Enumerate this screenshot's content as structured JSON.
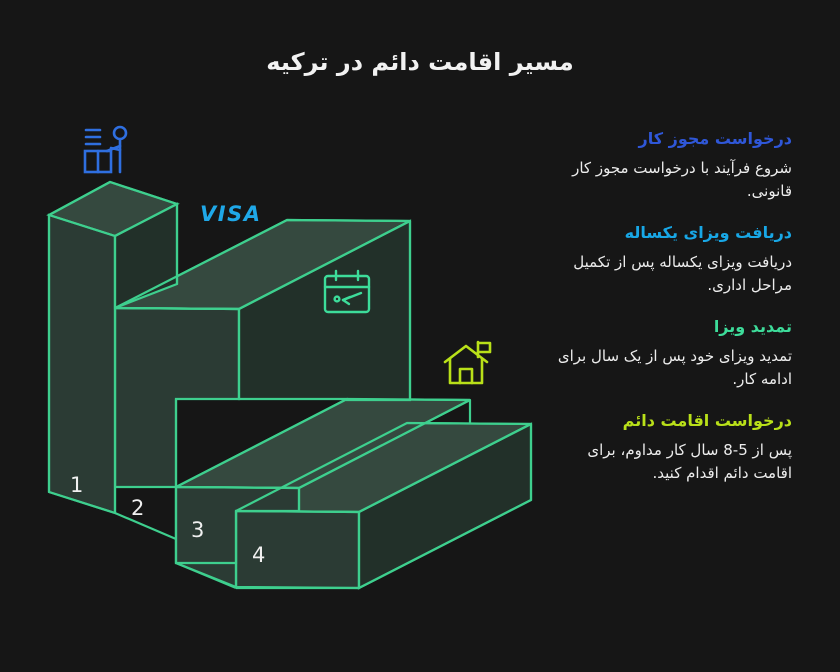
{
  "page": {
    "title": "مسیر اقامت دائم در ترکیه",
    "background_color": "#161616",
    "direction": "rtl"
  },
  "illustration": {
    "type": "isometric-staircase",
    "edge_color": "#3ecf8e",
    "face_top_color": "#35493f",
    "face_front_color": "#2b3b34",
    "face_side_color": "#223029",
    "visa_label": "VISA",
    "visa_label_color": "#1fa8e8",
    "step_numbers": [
      "1",
      "2",
      "3",
      "4"
    ],
    "icons": [
      {
        "name": "worker-desk-icon",
        "color": "#2f6fe0",
        "step": 1
      },
      {
        "name": "calendar-arrow-icon",
        "color": "#3ddc9a",
        "step": 2
      },
      {
        "name": "house-flag-icon",
        "color": "#b9e019",
        "step": 3
      }
    ]
  },
  "steps": [
    {
      "number": "1",
      "heading": "درخواست مجوز کار",
      "heading_color": "#2f57d8",
      "body": "شروع فرآیند با درخواست مجوز کار قانونی."
    },
    {
      "number": "2",
      "heading": "دریافت ویزای یکساله",
      "heading_color": "#18a7e6",
      "body": "دریافت ویزای یکساله پس از تکمیل مراحل اداری."
    },
    {
      "number": "3",
      "heading": "تمدید ویزا",
      "heading_color": "#3ddc9a",
      "body": "تمدید ویزای خود پس از یک سال برای ادامه کار."
    },
    {
      "number": "4",
      "heading": "درخواست اقامت دائم",
      "heading_color": "#b9e019",
      "body": "پس از 5-8 سال کار مداوم، برای اقامت دائم اقدام کنید."
    }
  ]
}
